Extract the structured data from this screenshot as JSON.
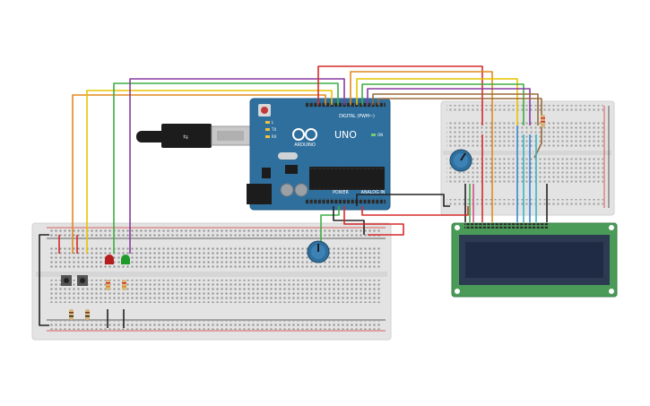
{
  "arduino": {
    "brand": "ARDUINO",
    "model": "UNO",
    "digital_header": "DIGITAL (PWM~)",
    "power_header": "POWER",
    "analog_header": "ANALOG IN",
    "tx": "TX",
    "rx": "RX",
    "on": "ON",
    "l": "L"
  },
  "colors": {
    "board": "#2f6f9d",
    "board_dark": "#235a82",
    "breadboard": "#e4e4e4",
    "lcd_pcb": "#4a9a58",
    "lcd_screen": "#1f2b45",
    "wire_red": "#d62a2a",
    "wire_orange": "#e08a1e",
    "wire_yellow": "#e6c400",
    "wire_green": "#3fae45",
    "wire_purple": "#8a3aa0",
    "wire_brown": "#9a6a3a",
    "wire_blue": "#3a86d6",
    "wire_cyan": "#35b6c9",
    "wire_black": "#222222",
    "wire_pink": "#d64d8a",
    "led_red": "#b61e1e",
    "led_green": "#1f9a2a"
  },
  "components": {
    "usb_cable": "usb-cable",
    "potentiometers": 2,
    "leds": [
      "red",
      "green"
    ],
    "pushbuttons": 2,
    "resistors": 5
  }
}
